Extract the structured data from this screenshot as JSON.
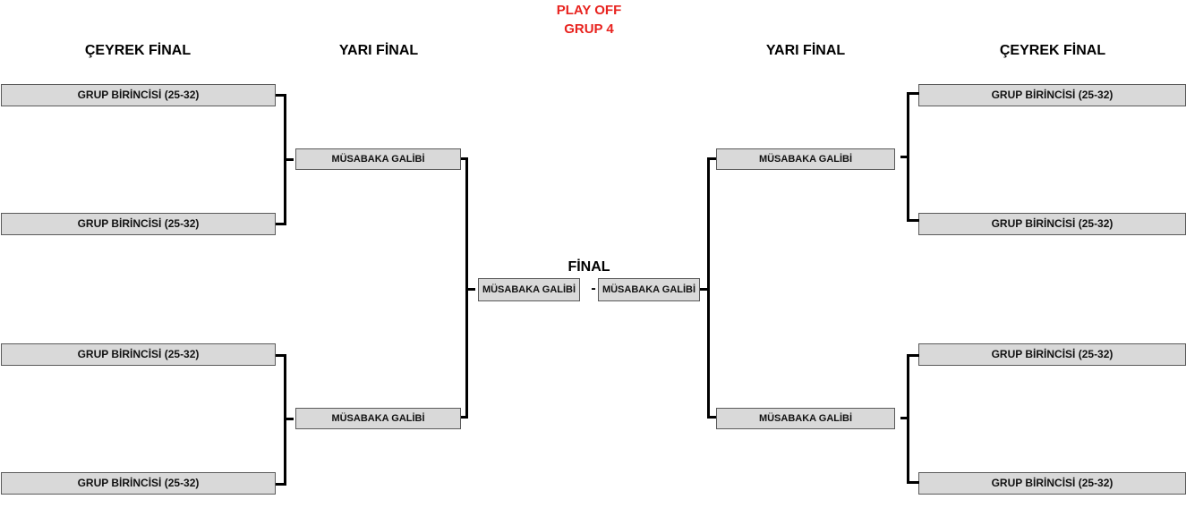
{
  "title": {
    "line1": "PLAY OFF",
    "line2": "GRUP 4"
  },
  "headings": {
    "quarter_final": "ÇEYREK FİNAL",
    "semi_final": "YARI FİNAL",
    "final": "FİNAL"
  },
  "final_separator": "-",
  "left": {
    "quarter_finals": [
      "GRUP BİRİNCİSİ (25-32)",
      "GRUP BİRİNCİSİ (25-32)",
      "GRUP BİRİNCİSİ (25-32)",
      "GRUP BİRİNCİSİ (25-32)"
    ],
    "semi_finals": [
      "MÜSABAKA GALİBİ",
      "MÜSABAKA GALİBİ"
    ],
    "finalist": "MÜSABAKA GALİBİ"
  },
  "right": {
    "quarter_finals": [
      "GRUP BİRİNCİSİ (25-32)",
      "GRUP BİRİNCİSİ (25-32)",
      "GRUP BİRİNCİSİ (25-32)",
      "GRUP BİRİNCİSİ (25-32)"
    ],
    "semi_finals": [
      "MÜSABAKA GALİBİ",
      "MÜSABAKA GALİBİ"
    ],
    "finalist": "MÜSABAKA GALİBİ"
  },
  "colors": {
    "title": "#e8231f",
    "box_fill": "#d9d9d9",
    "box_border": "#5a5a5a",
    "connector": "#000000"
  }
}
